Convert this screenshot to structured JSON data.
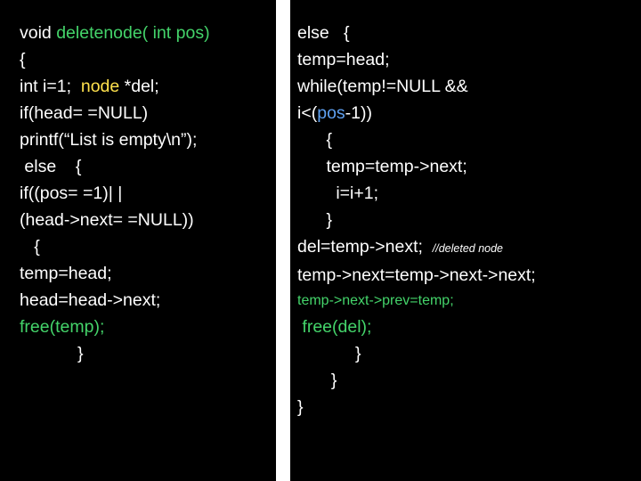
{
  "slide": {
    "background_color": "#000000",
    "divider_color": "#ffffff",
    "text_color": "#ffffff",
    "accent_colors": {
      "green": "#44d46a",
      "yellow": "#ffe14d",
      "blue": "#5ea0f0"
    }
  },
  "left_column": {
    "lines": [
      {
        "id": "l1",
        "parts": [
          {
            "text": "void ",
            "color": "white"
          },
          {
            "text": "deletenode( int pos)",
            "color": "green"
          }
        ]
      },
      {
        "id": "l2",
        "parts": [
          {
            "text": "{",
            "color": "white"
          }
        ]
      },
      {
        "id": "l3",
        "parts": [
          {
            "text": "int i=1;  ",
            "color": "white"
          },
          {
            "text": "node",
            "color": "yellow"
          },
          {
            "text": " *del;",
            "color": "white"
          }
        ]
      },
      {
        "id": "l4",
        "parts": [
          {
            "text": "if(head= =NULL)",
            "color": "white"
          }
        ]
      },
      {
        "id": "l5",
        "parts": [
          {
            "text": "printf(“List is empty\\n”);",
            "color": "white"
          }
        ]
      },
      {
        "id": "l6",
        "parts": [
          {
            "text": " else    {",
            "color": "white"
          }
        ]
      },
      {
        "id": "l7",
        "parts": [
          {
            "text": "if((pos= =1)| |",
            "color": "white"
          }
        ]
      },
      {
        "id": "l8",
        "parts": [
          {
            "text": "(head->next= =NULL))",
            "color": "white"
          }
        ]
      },
      {
        "id": "l9",
        "parts": [
          {
            "text": "   {",
            "color": "white"
          }
        ]
      },
      {
        "id": "l10",
        "parts": [
          {
            "text": "temp=head;",
            "color": "white"
          }
        ]
      },
      {
        "id": "l11",
        "parts": [
          {
            "text": "head=head->next;",
            "color": "white"
          }
        ]
      },
      {
        "id": "l12",
        "parts": [
          {
            "text": "free(temp);",
            "color": "green"
          }
        ]
      },
      {
        "id": "l13",
        "parts": [
          {
            "text": "            }",
            "color": "white"
          }
        ]
      }
    ]
  },
  "right_column": {
    "lines": [
      {
        "id": "r1",
        "parts": [
          {
            "text": "else   {",
            "color": "white"
          }
        ]
      },
      {
        "id": "r2",
        "parts": [
          {
            "text": "temp=head;",
            "color": "white"
          }
        ]
      },
      {
        "id": "r3",
        "parts": [
          {
            "text": "while(temp!=NULL && ",
            "color": "white"
          }
        ]
      },
      {
        "id": "r4",
        "parts": [
          {
            "text": "i<(",
            "color": "white"
          },
          {
            "text": "pos",
            "color": "blue"
          },
          {
            "text": "-1))",
            "color": "white"
          }
        ]
      },
      {
        "id": "r5",
        "parts": [
          {
            "text": "      {",
            "color": "white"
          }
        ]
      },
      {
        "id": "r6",
        "parts": [
          {
            "text": "      temp=temp->next;",
            "color": "white"
          }
        ]
      },
      {
        "id": "r7",
        "parts": [
          {
            "text": "        i=i+1;",
            "color": "white"
          }
        ]
      },
      {
        "id": "r8",
        "parts": [
          {
            "text": "      }",
            "color": "white"
          }
        ]
      },
      {
        "id": "r9",
        "parts": [
          {
            "text": "del=temp->next;  ",
            "color": "white"
          },
          {
            "text": "//deleted node",
            "color": "comment"
          }
        ]
      },
      {
        "id": "r10",
        "parts": [
          {
            "text": "temp->next=temp->next->next;",
            "color": "white"
          }
        ]
      },
      {
        "id": "r11",
        "parts": [
          {
            "text": "temp->next->prev=temp;",
            "color": "green",
            "small": true
          }
        ]
      },
      {
        "id": "r12",
        "parts": [
          {
            "text": " free(del);",
            "color": "green"
          }
        ]
      },
      {
        "id": "r13",
        "parts": [
          {
            "text": "            }",
            "color": "white"
          }
        ]
      },
      {
        "id": "r14",
        "parts": [
          {
            "text": "       }",
            "color": "white"
          }
        ]
      },
      {
        "id": "r15",
        "parts": [
          {
            "text": "}",
            "color": "white"
          }
        ]
      }
    ]
  }
}
